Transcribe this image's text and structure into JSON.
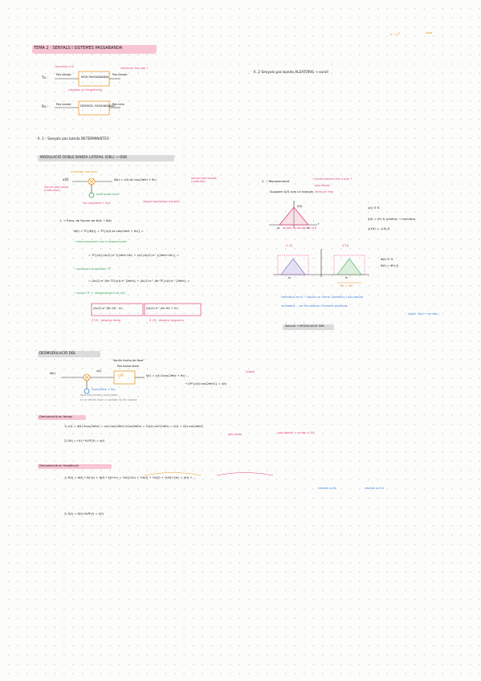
{
  "header": {
    "title": "TEMA 2 · SENYALS I SISTEMES PASSABANDA",
    "top_right_formula": "e = e",
    "top_right_exp": "jx",
    "top_right_note": "Apte"
  },
  "intro": {
    "tx_label": "Tx :",
    "tx_in": "Pas banda",
    "tx_box": "MOD PASSABANDA",
    "tx_out": "Pas banda",
    "tx_note_top": "comença a fc",
    "tx_note_right": "comença fora per f",
    "tx_note_bottom": "(desplaç en freqüència)",
    "rx_label": "Rx :",
    "rx_in": "Pas banda",
    "rx_box": "DESMOD. PASSABANDA",
    "rx_out": "Pas baix",
    "section_II": "II. 2 Senyals pas banda ALEATÒRIS → soroll"
  },
  "section1": {
    "heading": "II. 1 · Senyals pas banda DETERMINISTES",
    "mod_heading": "MODULACIÓ DOBLE BANDA LATERAL (DBL) → DSB",
    "missatge": "missatge (minúsc)",
    "x_t": "x(t)",
    "senyal_pas_baixa": "senyal pas baixa (modulant)",
    "senyal_pas_banda": "senyal pas banda (modulat)",
    "phi_eq": "Φ(t) = x(t)·Ac·cos(2πfct + θc)",
    "osc_local": "oscil·lador local",
    "carrier": "Ac·cos(2πfct + θc)",
    "carrier_note": "senyal portadora (carrier)",
    "fourier_title": "1. → Trans. de Fourier de Φ(t) → Φ(f)",
    "f1": "Φ(f) = TF{Φ(t)} = TF{x(t)·Ac·cos(2πfct + θc)} =",
    "euler_note": "→ descomponem cos a exponencials",
    "f2": "= TF{x(t)·(Ac/2)·e^j(2πfct+θc) + x(t)·(Ac/2)·e^-j(2πfct+θc)} =",
    "prop_note": "→ apliquem propietats TF",
    "f3": "= (Ac/2)·e^jθc·TF{x(t)·e^j2πfct} + (Ac/2)·e^-jθc·TF{x(t)·e^-j2πfct} =",
    "desp_note": "→ aplico TF + desplaçament de x(f)",
    "f4a": "(Ac/2)·e^jθc·X(f - fc)",
    "f4b": "(Ac/2)·e^-jθc·X(f + fc)",
    "sp_note": "S⁺(f) : desplaç dreta",
    "sm_note": "S⁻(f) : desplaç esquerra"
  },
  "right_panel": {
    "title": "2. → Representació",
    "rep_note1": "→ intuïtivament fins a que ?",
    "rep_note2": "pas banda",
    "rep_note3": "límits en frec",
    "suposem": "Suposem X(f) com un triangle",
    "x_f": "X(f)",
    "axis_f": "f",
    "w_label": "-w",
    "w_label2": "w",
    "ample": "ample de banda de x(f)",
    "prop1": "x(t) ∈ ℝ",
    "prop2": "X(f) = X*(-f) simètric → hermítica",
    "prop3": "∠X(f) = -∠X(-f)",
    "s_minus": "S⁻(f)",
    "s_plus": "S⁺(f)",
    "fc_neg": "-fc",
    "fc_pos": "fc",
    "bw": "Bx = 2w",
    "prop4": "Φ(t) ∈ ℝ",
    "prop5": "Φ(f) = Φ*(-f)",
    "obs1": "Hermítica en fc → Aplica un mirror (simètric) i pas banda",
    "obs2": "necessita ... en els vostres i humans produces",
    "obs3": "(Aplic. BLU → en reb.)",
    "solucio": "Solució → MODULACIÓ SSB"
  },
  "desmod": {
    "heading": "DESMODULACIÓ DBL",
    "phi_in": "Φ(t)",
    "x_t": "x(t)",
    "lpf": "LPF",
    "lpf_note": "Pas baixa ideal",
    "lpf_note2": "\"tenim forma de fase\"",
    "out1": "ŝ(t) = x(t)·2cos(2πfct + θc)·…",
    "out2": "→ LPF{x(t)·cos(2πfct)} = x(t)",
    "ideal": "(ideal)",
    "osc": "2cos(2πfct + θc)",
    "osc_note": "fora del mateix oscil·lador",
    "osc_note2": "si no tenim fase ⇒ sortida no és exacta",
    "sub1": "Demostració en temps",
    "t1": "1) r(t) = Φ(t)·2cos(2πfct) = x(t)·cos(2πfct)·2cos(2πfct) = 2x(t)·cos²(2πfct) = x(t) + x(t)·cos(4πfct)",
    "t1_note": "pas baixa",
    "t1_note2": "pas banda → surten a 2fc",
    "t2": "2) ŝ(t) = r(t) * hLPF(t) = x(t)",
    "sub2": "Demostració en freqüència",
    "f1": "1) R(f) = Φ(f) * δ(f-fc) + Φ(f) * δ(f+fc) = ½X(f-2fc) + ½X(f) + ½X(f) + ½X(f+2fc) = X(f) + …",
    "f1_note": "centrat a 2fc",
    "f1_note2": "centrat a f=0",
    "f2": "2) Ŝ(f) = R(f)·HLPF(f) = X(f)"
  }
}
